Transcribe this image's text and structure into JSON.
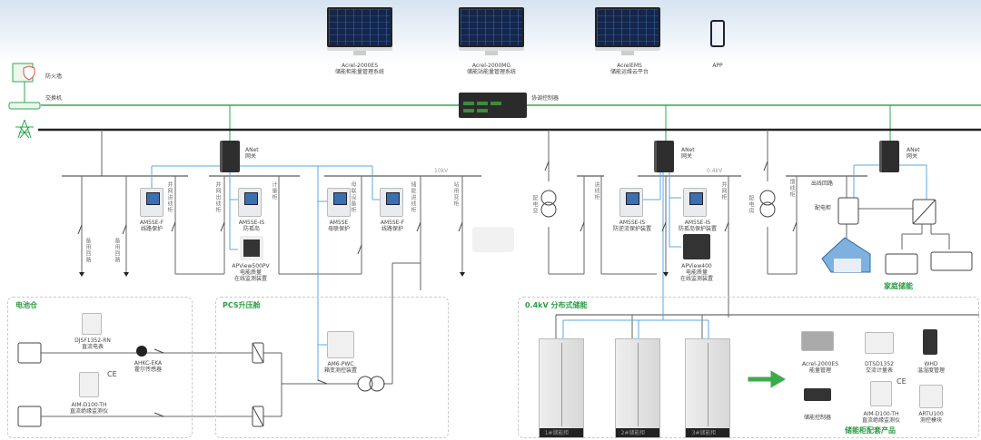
{
  "top_systems": [
    {
      "name": "Acrel-2000ES",
      "desc": "储能柜能量管理系统"
    },
    {
      "name": "Acrel-2000MG",
      "desc": "储能站能量管理系统"
    },
    {
      "name": "AcrelEMS",
      "desc": "储能运维云平台"
    },
    {
      "name": "APP",
      "desc": ""
    }
  ],
  "network": {
    "firewall": "防火墙",
    "switch": "交换机",
    "coordinator": "协调控制器"
  },
  "gateway": {
    "name": "ANet",
    "desc": "网关"
  },
  "voltage": {
    "hv": "10kV",
    "lv": "0.4kV"
  },
  "hv_cabinets": [
    "备用回路",
    "备用回路",
    "并网进线柜",
    "并网出线柜",
    "计量柜",
    "母联设备柜",
    "储能进线柜",
    "站用变柜"
  ],
  "hv_devices": [
    {
      "model": "AM5SE-F",
      "desc": "线路保护"
    },
    {
      "model": "AM5SE-IS",
      "desc": "防孤岛"
    },
    {
      "model": "APView500PV",
      "desc": "电能质量",
      "desc2": "在线监测装置"
    },
    {
      "model": "AM5SE",
      "desc": "母联保护"
    },
    {
      "model": "AM5SE-F",
      "desc": "线路保护"
    }
  ],
  "lv_section": {
    "transformer": "配电变",
    "incoming": "进线柜",
    "grid": "并网柜",
    "devices": [
      {
        "model": "AM5SE-IS",
        "desc": "防逆流保护装置"
      },
      {
        "model": "AM5SE-IS",
        "desc": "防孤岛保护装置"
      },
      {
        "model": "APView400",
        "desc": "电能质量",
        "desc2": "在线监测装置"
      }
    ]
  },
  "home": {
    "room": "配电房",
    "feeder": "馈线柜",
    "outgoing": "出线回路",
    "panel": "配电柜",
    "title": "家庭储能"
  },
  "battery_bay": {
    "title": "电池仓",
    "devices": [
      {
        "model": "DJSF1352-RN",
        "desc": "直流电表"
      },
      {
        "model": "AHKC-EKA",
        "desc": "霍尔传感器"
      },
      {
        "model": "AIM-D100-TH",
        "desc": "直流绝缘监测仪"
      }
    ],
    "ce": "CE"
  },
  "pcs_bay": {
    "title": "PCS升压舱",
    "device": {
      "model": "AM6-PWC",
      "desc": "箱变测控装置"
    }
  },
  "distributed": {
    "title": "0.4kV 分布式储能",
    "cabinets": [
      "1#储能柜",
      "2#储能柜",
      "3#储能柜"
    ],
    "products_title": "储能柜配套产品",
    "products": [
      {
        "model": "Acrel-2000ES",
        "desc": "能量管理"
      },
      {
        "model": "DTSD1352",
        "desc": "交流计量表"
      },
      {
        "model": "WHD",
        "desc": "温湿度管理"
      },
      {
        "model": "",
        "desc": "储能控制器"
      },
      {
        "model": "AIM-D100-TH",
        "desc": "直流绝缘监测仪"
      },
      {
        "model": "ARTU100",
        "desc": "测控模块"
      }
    ],
    "ce": "CE"
  },
  "colors": {
    "ethernet": "#2fa84f",
    "rs485": "#5aa9e0",
    "power": "#222222",
    "accent": "#2a9d43"
  }
}
